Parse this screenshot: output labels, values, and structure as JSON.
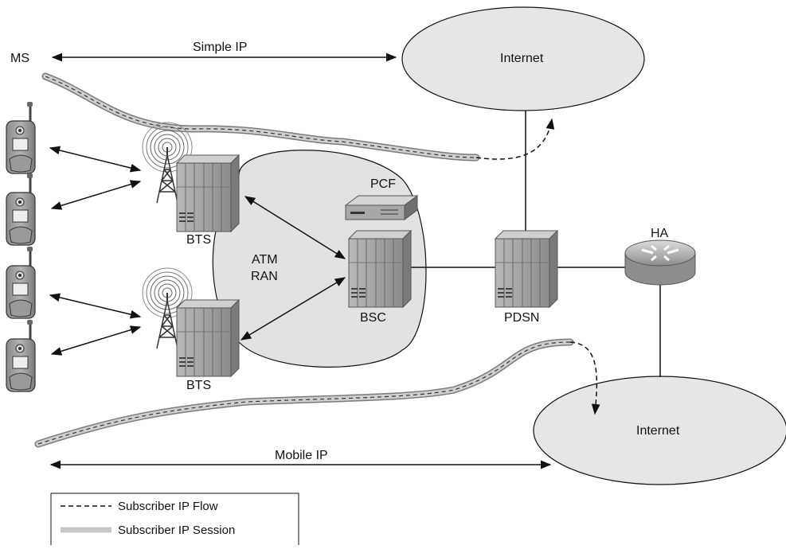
{
  "labels": {
    "ms": "MS",
    "simple_ip": "Simple IP",
    "internet_top": "Internet",
    "internet_bottom": "Internet",
    "pcf": "PCF",
    "bts_top": "BTS",
    "bts_bottom": "BTS",
    "atm": "ATM",
    "ran": "RAN",
    "bsc": "BSC",
    "pdsn": "PDSN",
    "ha": "HA",
    "mobile_ip": "Mobile IP"
  },
  "legend": {
    "flow_label": "Subscriber IP Flow",
    "session_label": "Subscriber IP Session"
  },
  "colors": {
    "cloud_fill": "#e6e6e6",
    "session_gray": "#c8c8c8",
    "equipment_gray": "#9a9a9a",
    "line": "#111111"
  },
  "icons": {
    "handset": "mobile-phone-icon",
    "tower": "radio-tower-icon",
    "server": "server-rack-icon",
    "router": "router-icon",
    "pcf": "pcf-box-icon"
  }
}
